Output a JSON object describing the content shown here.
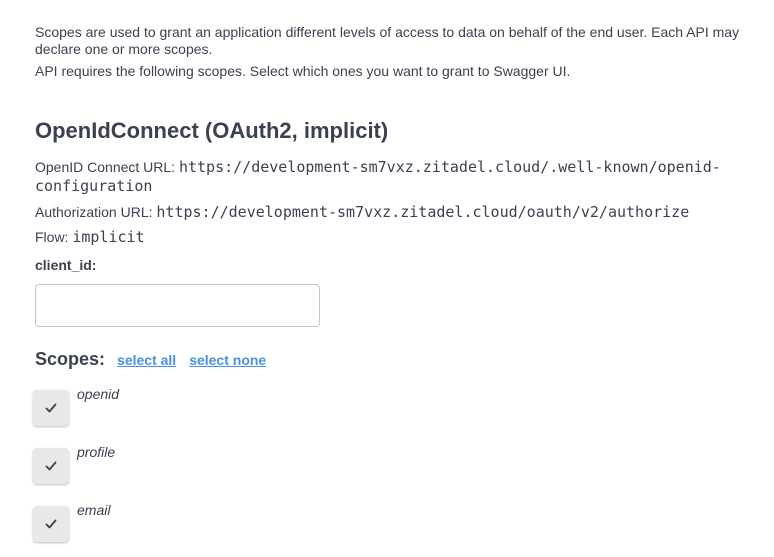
{
  "intro": {
    "paragraph1": "Scopes are used to grant an application different levels of access to data on behalf of the end user. Each API may declare one or more scopes.",
    "paragraph2": "API requires the following scopes. Select which ones you want to grant to Swagger UI."
  },
  "auth": {
    "title": "OpenIdConnect (OAuth2, implicit)",
    "openid_label": "OpenID Connect URL:",
    "openid_url": "https://development-sm7vxz.zitadel.cloud/.well-known/openid-configuration",
    "authorization_label": "Authorization URL:",
    "authorization_url": "https://development-sm7vxz.zitadel.cloud/oauth/v2/authorize",
    "flow_label": "Flow:",
    "flow_value": "implicit",
    "client_id_label": "client_id:",
    "client_id_value": ""
  },
  "scopes": {
    "title": "Scopes:",
    "select_all": "select all",
    "select_none": "select none",
    "items": [
      {
        "label": "openid",
        "checked": true
      },
      {
        "label": "profile",
        "checked": true
      },
      {
        "label": "email",
        "checked": true
      }
    ]
  },
  "colors": {
    "text": "#3b4151",
    "link": "#4990e2",
    "checkbox_bg": "#e8e8e8"
  }
}
